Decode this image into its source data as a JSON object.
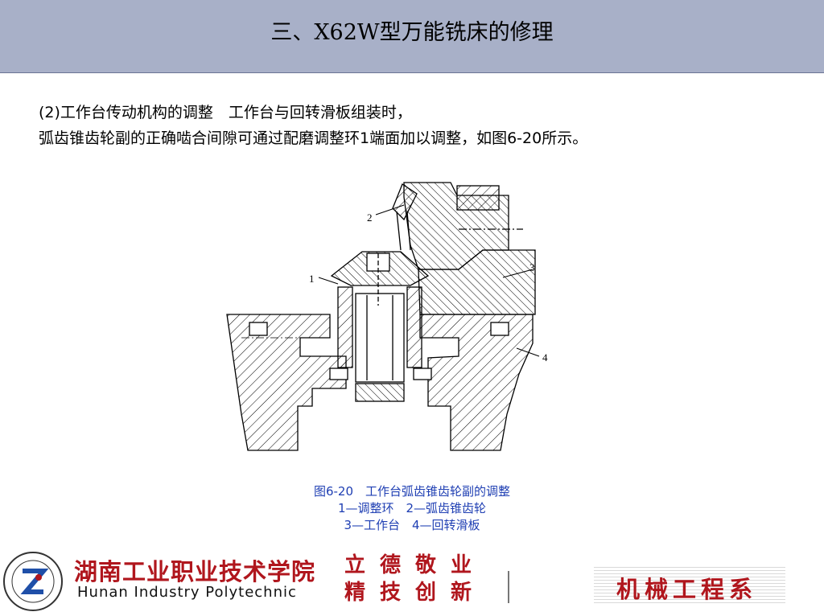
{
  "slide": {
    "title": "三、X62W型万能铣床的修理",
    "paragraph_line1": "(2)工作台传动机构的调整　工作台与回转滑板组装时，",
    "paragraph_line2": "弧齿锥齿轮副的正确啮合间隙可通过配磨调整环1端面加以调整，如图6-20所示。"
  },
  "figure": {
    "labels": [
      "1",
      "2",
      "3",
      "4"
    ],
    "caption": {
      "line1": "图6-20　工作台弧齿锥齿轮副的调整",
      "line2": "1—调整环　2—弧齿锥齿轮",
      "line3": "3—工作台　4—回转滑板"
    }
  },
  "footer": {
    "school_name_cn": "湖南工业职业技术学院",
    "school_name_en": "Hunan Industry Polytechnic",
    "motto_line1": "立德敬业",
    "motto_line2": "精技创新",
    "department": "机械工程系"
  },
  "colors": {
    "header_bg": "#a8b0c8",
    "caption": "#1f3fb3",
    "brand_red": "#b0161d"
  }
}
